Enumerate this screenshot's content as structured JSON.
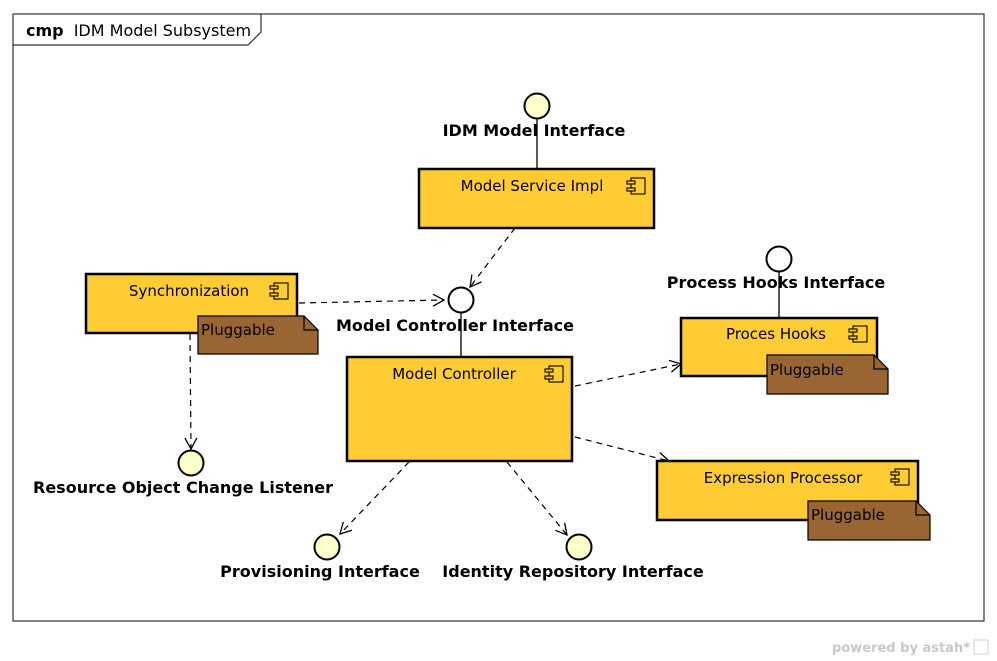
{
  "frame": {
    "keyword": "cmp",
    "name": "IDM Model Subsystem"
  },
  "components": {
    "model_service_impl": "Model Service Impl",
    "synchronization": "Synchronization",
    "model_controller": "Model Controller",
    "process_hooks": "Proces Hooks",
    "expression_processor": "Expression Processor"
  },
  "notes": {
    "synchronization_note": "Pluggable",
    "process_hooks_note": "Pluggable",
    "expression_processor_note": "Pluggable"
  },
  "interfaces": {
    "idm_model": "IDM Model Interface",
    "model_controller": "Model Controller Interface",
    "process_hooks": "Process Hooks Interface",
    "resource_object_change_listener": "Resource Object Change Listener",
    "provisioning": "Provisioning Interface",
    "identity_repository": "Identity Repository Interface"
  },
  "colors": {
    "component_fill": "#ffcc33",
    "provided_interface_fill": "#ffffcc",
    "note_fill": "#996633",
    "frame_stroke": "#333333"
  },
  "footer": "powered by astah*"
}
